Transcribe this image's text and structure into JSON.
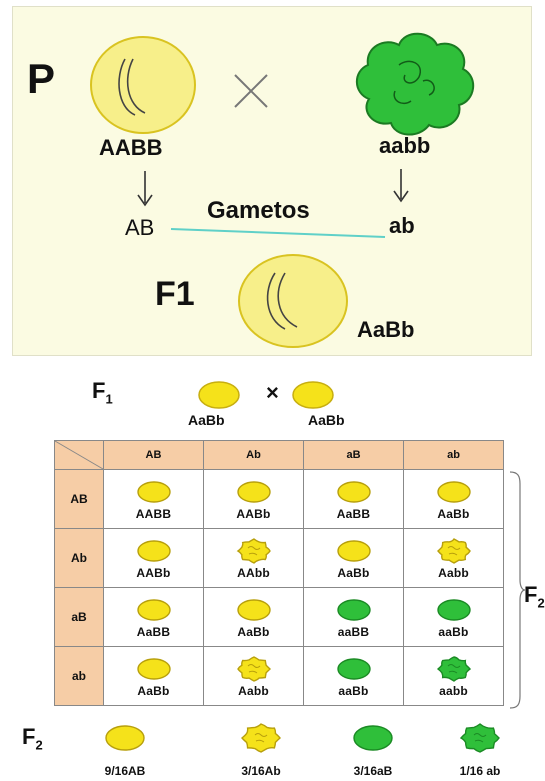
{
  "cross_top": {
    "generation_p": "P",
    "parent1_genotype": "AABB",
    "parent2_genotype": "aabb",
    "cross_symbol": "×",
    "gamete_title": "Gametos",
    "gamete1": "AB",
    "gamete2": "ab",
    "generation_f1": "F1",
    "f1_genotype": "AaBb"
  },
  "f1_cross": {
    "label": "F",
    "label_sub": "1",
    "parent1": "AaBb",
    "parent2": "AaBb",
    "cross_symbol": "×"
  },
  "punnett": {
    "columns": [
      "AB",
      "Ab",
      "aB",
      "ab"
    ],
    "rows": [
      {
        "gamete": "AB",
        "cells": [
          {
            "genotype": "AABB",
            "phenotype": "yellow-smooth"
          },
          {
            "genotype": "AABb",
            "phenotype": "yellow-smooth"
          },
          {
            "genotype": "AaBB",
            "phenotype": "yellow-smooth"
          },
          {
            "genotype": "AaBb",
            "phenotype": "yellow-smooth"
          }
        ]
      },
      {
        "gamete": "Ab",
        "cells": [
          {
            "genotype": "AABb",
            "phenotype": "yellow-smooth"
          },
          {
            "genotype": "AAbb",
            "phenotype": "yellow-wrinkled"
          },
          {
            "genotype": "AaBb",
            "phenotype": "yellow-smooth"
          },
          {
            "genotype": "Aabb",
            "phenotype": "yellow-wrinkled"
          }
        ]
      },
      {
        "gamete": "aB",
        "cells": [
          {
            "genotype": "AaBB",
            "phenotype": "yellow-smooth"
          },
          {
            "genotype": "AaBb",
            "phenotype": "yellow-smooth"
          },
          {
            "genotype": "aaBB",
            "phenotype": "green-smooth"
          },
          {
            "genotype": "aaBb",
            "phenotype": "green-smooth"
          }
        ]
      },
      {
        "gamete": "ab",
        "cells": [
          {
            "genotype": "AaBb",
            "phenotype": "yellow-smooth"
          },
          {
            "genotype": "Aabb",
            "phenotype": "yellow-wrinkled"
          },
          {
            "genotype": "aaBb",
            "phenotype": "green-smooth"
          },
          {
            "genotype": "aabb",
            "phenotype": "green-wrinkled"
          }
        ]
      }
    ],
    "f2_label": "F",
    "f2_sub": "2"
  },
  "f2_summary": {
    "label": "F",
    "label_sub": "2",
    "items": [
      {
        "ratio": "9/16AB",
        "phenotype": "yellow-smooth"
      },
      {
        "ratio": "3/16Ab",
        "phenotype": "yellow-wrinkled"
      },
      {
        "ratio": "3/16aB",
        "phenotype": "green-smooth"
      },
      {
        "ratio": "1/16 ab",
        "phenotype": "green-wrinkled"
      }
    ]
  },
  "colors": {
    "yellow": "#f5e21a",
    "yellow_light": "#f7f09a",
    "green": "#2fbf3a",
    "green_dark": "#1b8a24",
    "header_bg": "#f6cda6",
    "top_bg": "#fbfbe2",
    "gamete_line": "#5fd0c8"
  }
}
